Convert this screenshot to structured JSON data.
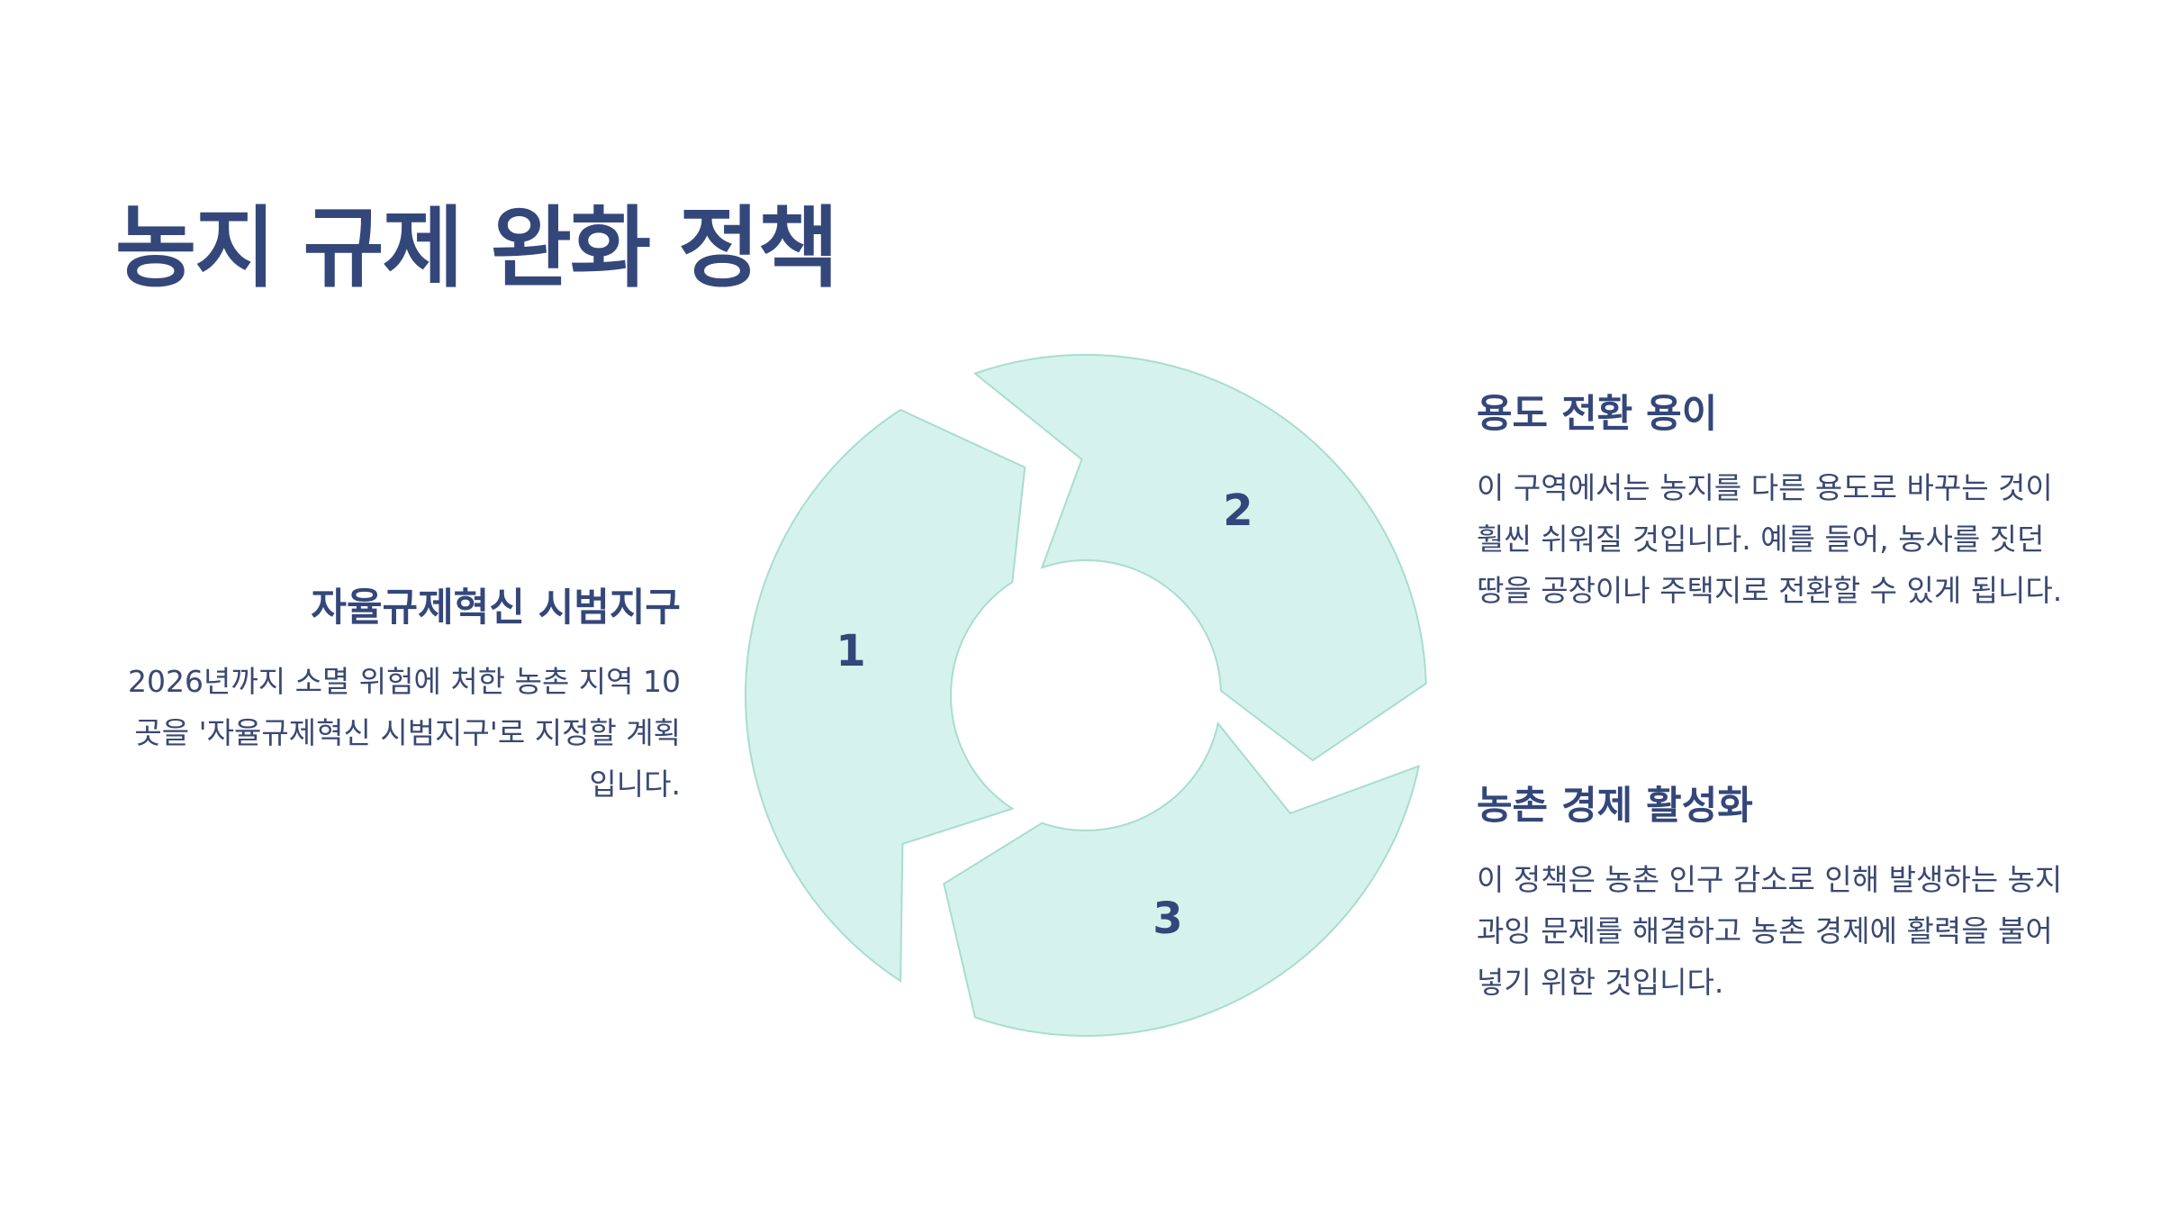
{
  "title": "농지 규제 완화 정책",
  "diagram": {
    "colors": {
      "segment_fill": "#d5f3ec",
      "segment_stroke": "#a8ddcf",
      "text": "#34477a"
    },
    "steps": [
      {
        "number": "1",
        "heading": "자율규제혁신 시범지구",
        "text": "2026년까지 소멸 위험에 처한 농촌 지역 10곳을 '자율규제혁신 시범지구'로 지정할 계획입니다."
      },
      {
        "number": "2",
        "heading": "용도 전환 용이",
        "text": "이 구역에서는 농지를 다른 용도로 바꾸는 것이 훨씬 쉬워질 것입니다. 예를 들어, 농사를 짓던 땅을 공장이나 주택지로 전환할 수 있게 됩니다."
      },
      {
        "number": "3",
        "heading": "농촌 경제 활성화",
        "text": "이 정책은 농촌 인구 감소로 인해 발생하는 농지 과잉 문제를 해결하고 농촌 경제에 활력을 불어넣기 위한 것입니다."
      }
    ]
  }
}
